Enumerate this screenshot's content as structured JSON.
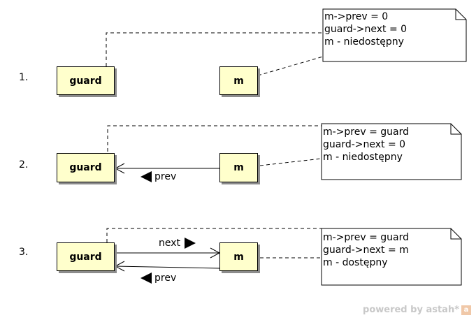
{
  "steps": [
    {
      "number": "1.",
      "guard_label": "guard",
      "m_label": "m",
      "note": [
        "m->prev = 0",
        "guard->next = 0",
        "m - niedostępny"
      ],
      "prev_label": "",
      "next_label": ""
    },
    {
      "number": "2.",
      "guard_label": "guard",
      "m_label": "m",
      "note": [
        "m->prev = guard",
        "guard->next = 0",
        "m - niedostępny"
      ],
      "prev_label": "prev",
      "next_label": ""
    },
    {
      "number": "3.",
      "guard_label": "guard",
      "m_label": "m",
      "note": [
        "m->prev = guard",
        "guard->next = m",
        "m - dostępny"
      ],
      "prev_label": "prev",
      "next_label": "next"
    }
  ],
  "watermark": {
    "text": "powered by astah*",
    "icon": "astah-logo-icon"
  }
}
